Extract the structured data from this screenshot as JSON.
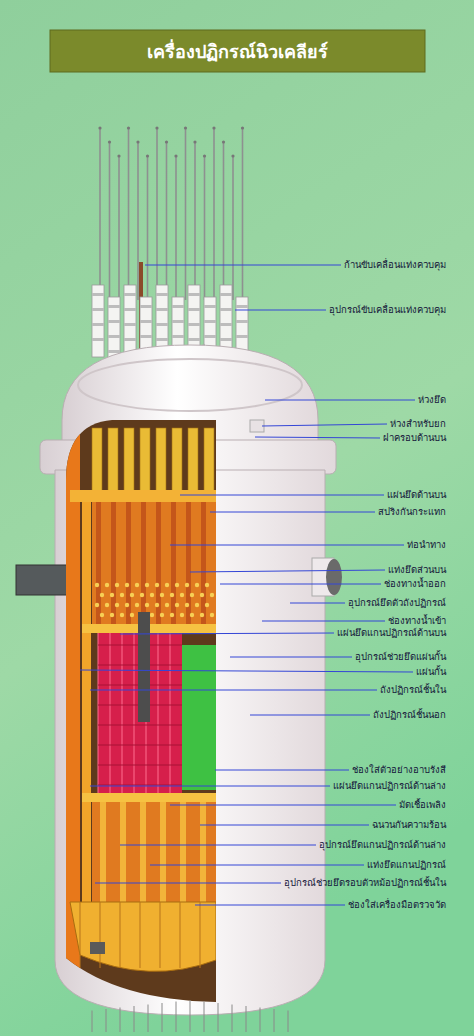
{
  "diagram": {
    "title": "เครื่องปฏิกรณ์นิวเคลียร์",
    "labels": [
      "ก้านขับเคลื่อนแท่งควบคุม",
      "อุปกรณ์ขับเคลื่อนแท่งควบคุม",
      "ห่วงยึด",
      "ห่วงสำหรับยก",
      "ฝาครอบด้านบน",
      "แผ่นยึดด้านบน",
      "สปริงกันกระแทก",
      "ท่อนำทาง",
      "แท่งยึดส่วนบน",
      "ช่องทางน้ำออก",
      "อุปกรณ์ยึดตัวถังปฏิกรณ์",
      "ช่องทางน้ำเข้า",
      "แผ่นยึดแกนปฏิกรณ์ด้านบน",
      "อุปกรณ์ช่วยยึดแผ่นกั้น",
      "แผ่นกั้น",
      "ถังปฏิกรณ์ชั้นใน",
      "ถังปฏิกรณ์ชั้นนอก",
      "ช่องใส่ตัวอย่างอาบรังสี",
      "แผ่นยึดแกนปฏิกรณ์ด้านล่าง",
      "มัดเชื้อเพลิง",
      "ฉนวนกันความร้อน",
      "อุปกรณ์ยึดแกนปฏิกรณ์ด้านล่าง",
      "แท่งยึดแกนปฏิกรณ์",
      "อุปกรณ์ช่วยยึดรอบตัวหม้อปฏิกรณ์ชั้นใน",
      "ช่องใส่เครื่องมือตรวจวัด"
    ]
  }
}
